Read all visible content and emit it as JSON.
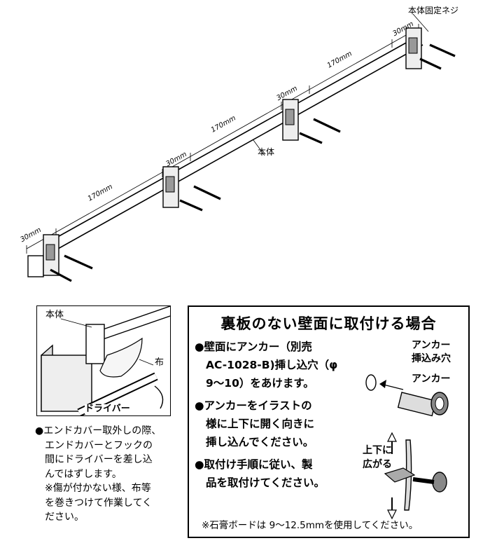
{
  "main_diagram": {
    "labels": {
      "screw": "本体固定ネジ",
      "body": "本体"
    },
    "dimensions": [
      "30mm",
      "170mm",
      "30mm",
      "170mm",
      "30mm",
      "170mm",
      "30mm"
    ]
  },
  "inset": {
    "labels": {
      "body": "本体",
      "cloth": "布",
      "driver": "ドライバー"
    }
  },
  "removal_note": {
    "lines": [
      "●エンドカバー取外しの際、",
      "エンドカバーとフックの",
      "間にドライバーを差し込",
      "んではずします。",
      "※傷が付かない様、布等",
      "を巻きつけて作業してく",
      "ださい。"
    ]
  },
  "install_box": {
    "title": "裏板のない壁面に取付ける場合",
    "steps": [
      {
        "lines": [
          "●壁面にアンカー（別売",
          "AC-1028-B)挿し込穴（φ",
          "9～10）をあけます。"
        ]
      },
      {
        "lines": [
          "●アンカーをイラストの",
          "様に上下に開く向きに",
          "挿し込んでください。"
        ]
      },
      {
        "lines": [
          "●取付け手順に従い、製",
          "品を取付けてください。"
        ]
      }
    ],
    "labels": {
      "anchor_hole_1": "アンカー",
      "anchor_hole_2": "挿込み穴",
      "anchor": "アンカー",
      "spread_1": "上下に",
      "spread_2": "広がる"
    },
    "note": "※石膏ボードは 9～12.5mmを使用してください。"
  }
}
